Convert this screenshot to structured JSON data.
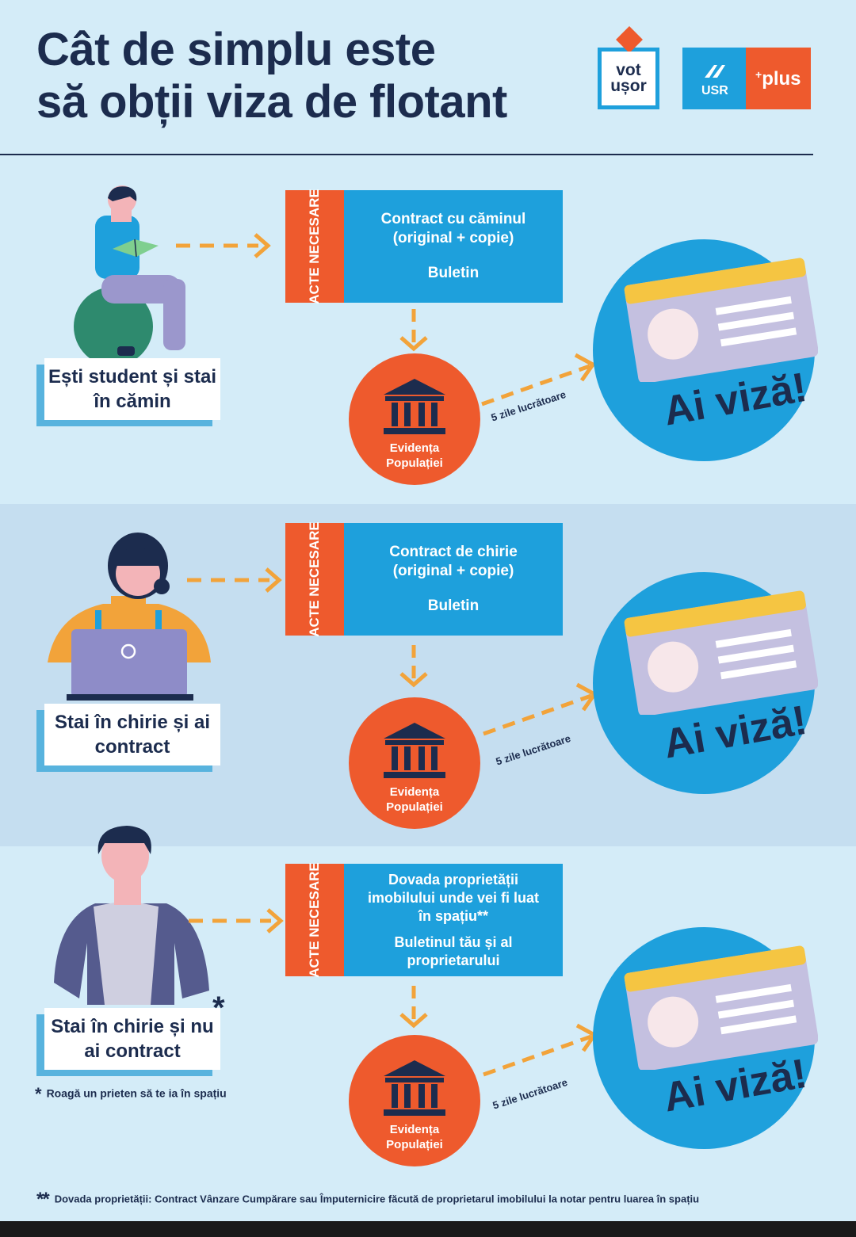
{
  "header": {
    "title_line1": "Cât de simplu este",
    "title_line2": "să obții viza de flotant",
    "logo_vot_line1": "vot",
    "logo_vot_line2": "ușor",
    "logo_usr": "USR",
    "logo_plus_sup": "+",
    "logo_plus": "plus"
  },
  "colors": {
    "background": "#d4ecf8",
    "band": "#c5def0",
    "blue": "#1ea0dc",
    "orange": "#ee5a2d",
    "navy": "#1c2c4e",
    "yellow": "#f5c542",
    "card": "#c4c0e0"
  },
  "sections": [
    {
      "label": "Ești student și stai în cămin",
      "docs_side": "ACTE NECESARE",
      "docs_line1": "Contract cu căminul (original + copie)",
      "docs_line2": "Buletin",
      "institution": "Evidența Populației",
      "days": "5 zile lucrătoare",
      "result": "Ai viză!"
    },
    {
      "label": "Stai în chirie și ai contract",
      "docs_side": "ACTE NECESARE",
      "docs_line1": "Contract de chirie (original + copie)",
      "docs_line2": "Buletin",
      "institution": "Evidența Populației",
      "days": "5 zile lucrătoare",
      "result": "Ai viză!"
    },
    {
      "label": "Stai în chirie și nu ai contract",
      "label_star": "*",
      "docs_side": "ACTE NECESARE",
      "docs_line1": "Dovada proprietății imobilului unde vei fi luat în spațiu**",
      "docs_line2": "Buletinul tău și al proprietarului",
      "institution": "Evidența Populației",
      "days": "5 zile lucrătoare",
      "result": "Ai viză!"
    }
  ],
  "notes": {
    "star1": "*",
    "note1": "Roagă un prieten să te ia în spațiu",
    "star2": "**",
    "note2": "Dovada proprietății: Contract Vânzare Cumpărare sau Împuternicire făcută de proprietarul imobilului la notar pentru luarea în spațiu"
  },
  "icons": [
    "person-reading-icon",
    "person-laptop-icon",
    "person-standing-icon",
    "institution-building-icon",
    "id-card-icon",
    "dashed-arrow-icon"
  ]
}
